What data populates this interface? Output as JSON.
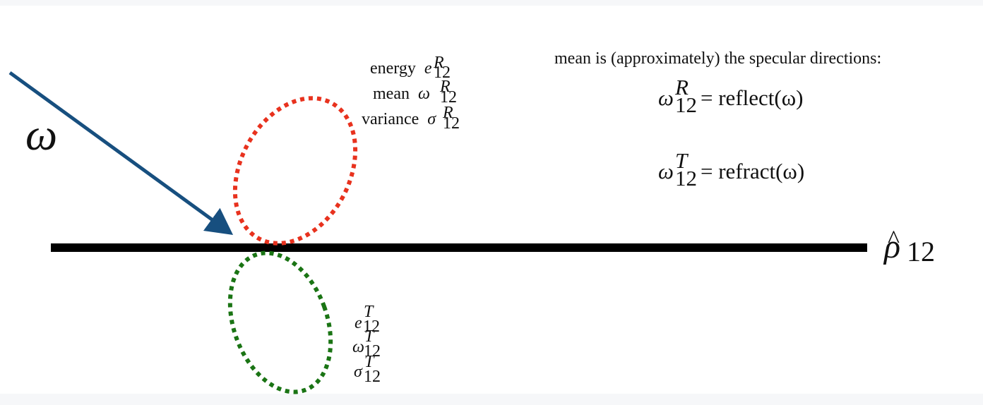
{
  "incident": {
    "symbol": "ω"
  },
  "surface": {
    "label_base": "ρ",
    "label_hat": "^",
    "label_sub": "12"
  },
  "reflection": {
    "energy_word": "energy",
    "energy_sym": "e",
    "mean_word": "mean",
    "mean_sym": "ω",
    "variance_word": "variance",
    "variance_sym": "σ",
    "sup": "R",
    "sub": "12"
  },
  "transmission": {
    "energy_sym": "e",
    "mean_sym": "ω",
    "variance_sym": "σ",
    "sup": "T",
    "sub": "12"
  },
  "notes": {
    "heading": "mean is (approximately) the specular directions:",
    "eq1": {
      "sym": "ω",
      "sup": "R",
      "sub": "12",
      "rhs": "= reflect(ω)"
    },
    "eq2": {
      "sym": "ω",
      "sup": "T",
      "sub": "12",
      "rhs": "= refract(ω)"
    }
  },
  "colors": {
    "arrow": "#174f7f",
    "surface": "#000000",
    "reflection_lobe": "#e8321e",
    "transmission_lobe": "#1a7414"
  }
}
